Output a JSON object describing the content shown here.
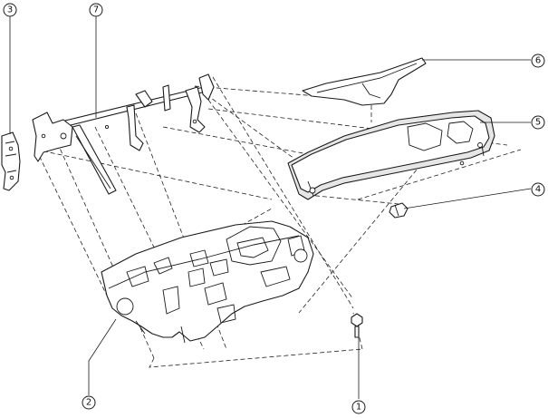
{
  "callouts": [
    {
      "id": "1",
      "label": "1"
    },
    {
      "id": "2",
      "label": "2"
    },
    {
      "id": "3",
      "label": "3"
    },
    {
      "id": "4",
      "label": "4"
    },
    {
      "id": "5",
      "label": "5"
    },
    {
      "id": "6",
      "label": "6"
    },
    {
      "id": "7",
      "label": "7"
    }
  ],
  "colors": {
    "line": "#1a1a1a",
    "fill": "#ffffff",
    "shade": "#e6e6e6"
  }
}
